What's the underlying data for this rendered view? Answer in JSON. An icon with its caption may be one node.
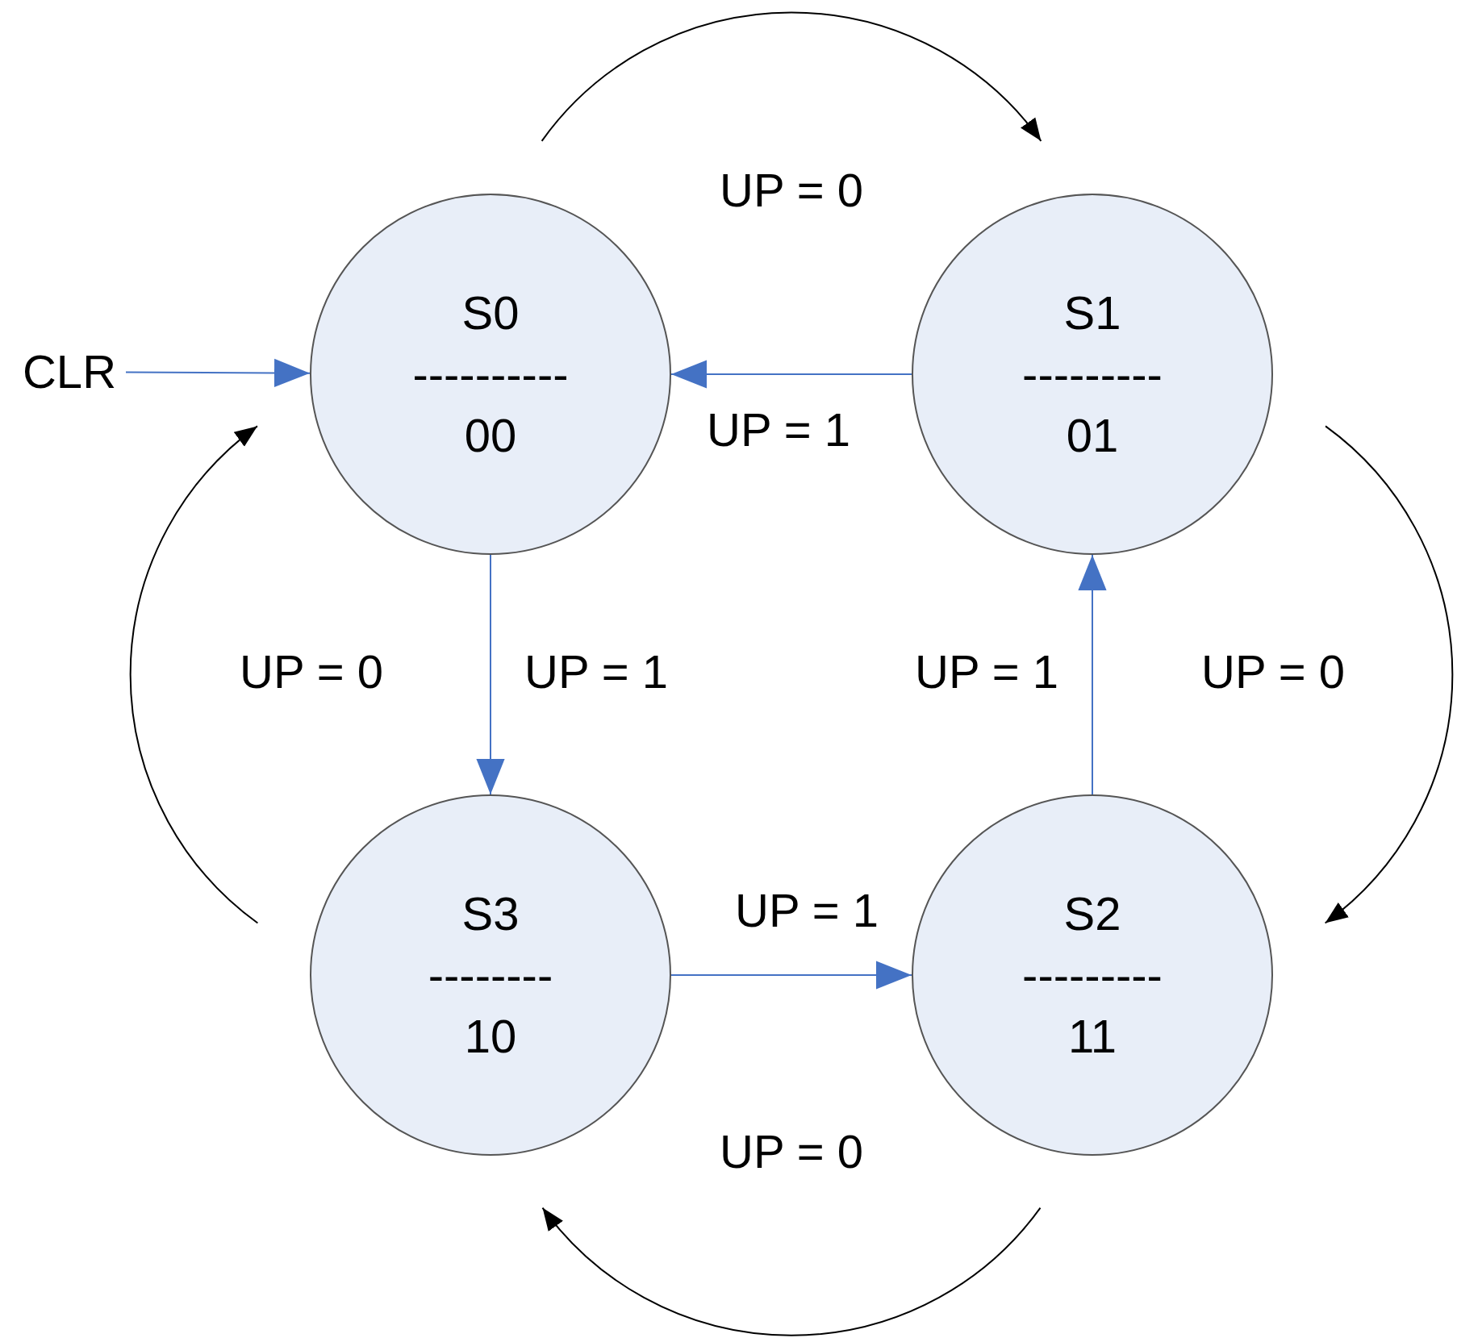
{
  "diagram": {
    "nodes": [
      {
        "text": [
          "S0",
          "----------",
          "00"
        ]
      },
      {
        "text": [
          "S1",
          "---------",
          "01"
        ]
      },
      {
        "text": [
          "CLR"
        ]
      },
      {
        "text": [
          "S3",
          "--------",
          "10"
        ]
      },
      {
        "text": [
          "S2",
          "---------",
          "11"
        ]
      }
    ],
    "edges": [
      {
        "from": 2,
        "to": 0,
        "arrow": "to"
      },
      {
        "from": 1,
        "to": 0,
        "arrow": "to",
        "label": "UP = 1"
      },
      {
        "from": 0,
        "to": 3,
        "arrow": "to",
        "label": "UP = 1"
      },
      {
        "from": 4,
        "to": 1,
        "arrow": "to",
        "label": "UP = 1"
      },
      {
        "from": 3,
        "to": 4,
        "arrow": "to",
        "label": "UP = 1"
      },
      {
        "from": 0,
        "to": 1,
        "arrow": "to",
        "label": "UP = 0",
        "color": "#000000"
      },
      {
        "from": 1,
        "to": 4,
        "arrow": "to",
        "label": "UP = 0",
        "color": "#000000"
      },
      {
        "from": 4,
        "to": 3,
        "arrow": "to",
        "label": "UP = 0",
        "color": "#000000"
      },
      {
        "from": 3,
        "to": 0,
        "arrow": "to",
        "label": "UP = 0",
        "color": "#000000"
      }
    ]
  }
}
